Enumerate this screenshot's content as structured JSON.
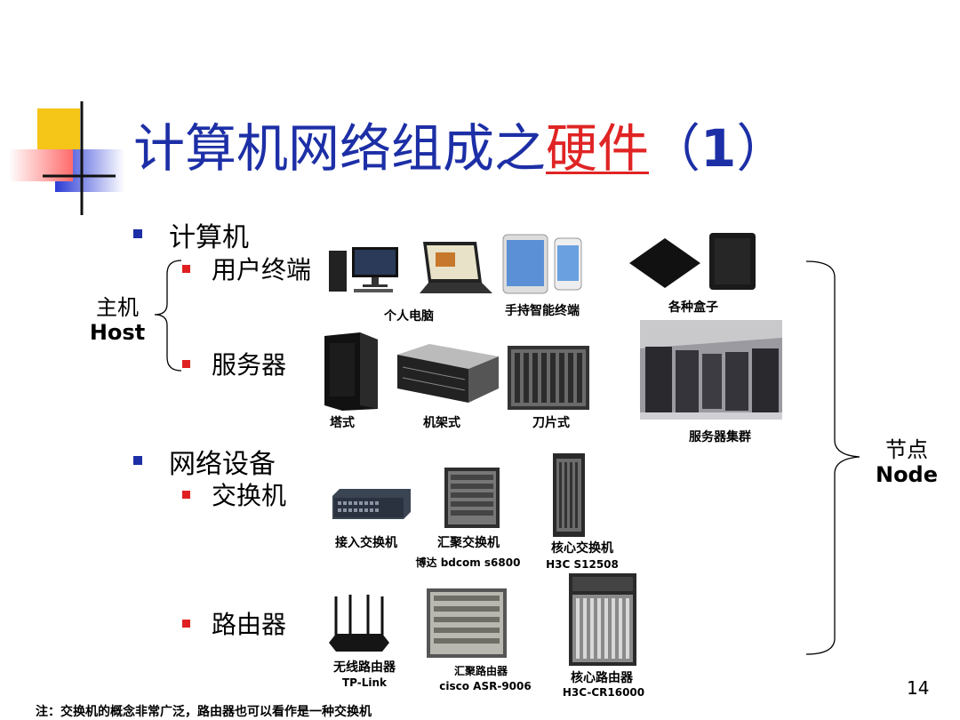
{
  "slide": {
    "title_main": "计算机网络组成之",
    "title_highlight": "硬件",
    "title_paren_open": "（",
    "title_num": "1",
    "title_paren_close": "）",
    "page_number": "14",
    "footnote": "注：交换机的概念非常广泛，路由器也可以看作是一种交换机"
  },
  "outline": {
    "computer": "计算机",
    "user_terminal": "用户终端",
    "server": "服务器",
    "network_device": "网络设备",
    "switch": "交换机",
    "router": "路由器"
  },
  "labels": {
    "host_zh": "主机",
    "host_en": "Host",
    "node_zh": "节点",
    "node_en": "Node"
  },
  "captions": {
    "pc": "个人电脑",
    "handheld": "手持智能终端",
    "boxes": "各种盒子",
    "tower": "塔式",
    "rack": "机架式",
    "blade": "刀片式",
    "cluster": "服务器集群",
    "access_switch": "接入交换机",
    "agg_switch": "汇聚交换机",
    "agg_switch_model": "博达  bdcom s6800",
    "core_switch": "核心交换机",
    "core_switch_model": "H3C S12508",
    "wireless_router": "无线路由器",
    "wireless_router_brand": "TP-Link",
    "agg_router": "汇聚路由器",
    "agg_router_model": "cisco  ASR-9006",
    "core_router": "核心路由器",
    "core_router_model": "H3C-CR16000"
  },
  "colors": {
    "title_blue": "#1d2fa6",
    "highlight_red": "#e02424",
    "bullet_red": "#e02020",
    "logo_yellow": "#f5c518",
    "logo_blue": "#2b3bd6"
  }
}
